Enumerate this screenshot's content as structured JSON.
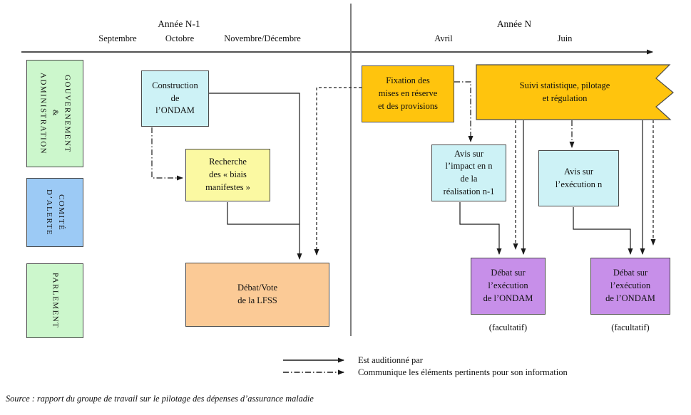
{
  "header": {
    "left_period": {
      "title": "Année N-1",
      "months": [
        {
          "label": "Septembre"
        },
        {
          "label": "Octobre"
        },
        {
          "label": "Novembre/Décembre"
        }
      ]
    },
    "right_period": {
      "title": "Année N",
      "months": [
        {
          "label": "Avril"
        },
        {
          "label": "Juin"
        }
      ]
    }
  },
  "actors": {
    "government": {
      "label": "GOUVERNEMENT\n&\nADMINISTRATION",
      "color": "#ccf7cc"
    },
    "alert_committee": {
      "label": "COMITÉ\nD’ALERTE",
      "color": "#9ccaf5"
    },
    "parliament": {
      "label": "PARLEMENT",
      "color": "#ccf7cc"
    }
  },
  "boxes": {
    "construction": {
      "label": "Construction\nde\nl’ONDAM",
      "color": "#cdf2f6"
    },
    "recherche": {
      "label": "Recherche\ndes « biais\nmanifestes »",
      "color": "#fbf9a2"
    },
    "debat_lfss": {
      "label": "Débat/Vote\nde la LFSS",
      "color": "#fbca96"
    },
    "fixation": {
      "label": "Fixation des\nmises en réserve\net des provisions",
      "color": "#ffc40d"
    },
    "suivi": {
      "label": "Suivi statistique, pilotage\net régulation",
      "color": "#ffc40d"
    },
    "avis_impact": {
      "label": "Avis sur\nl’impact en n\nde la\nréalisation n-1",
      "color": "#cdf2f6"
    },
    "avis_execution": {
      "label": "Avis sur\nl’exécution n",
      "color": "#cdf2f6"
    },
    "debat_ondam_1": {
      "label": "Débat sur\nl’exécution\nde l’ONDAM",
      "note": "(facultatif)",
      "color": "#c78fe9"
    },
    "debat_ondam_2": {
      "label": "Débat sur\nl’exécution\nde l’ONDAM",
      "note": "(facultatif)",
      "color": "#c78fe9"
    }
  },
  "legend": {
    "items": [
      {
        "style": "solid",
        "label": "Est auditionné par"
      },
      {
        "style": "dash-dot",
        "label": "Communique les éléments pertinents pour son information"
      }
    ]
  },
  "source_note": "Source : rapport du groupe de travail sur le pilotage des dépenses d’assurance maladie"
}
